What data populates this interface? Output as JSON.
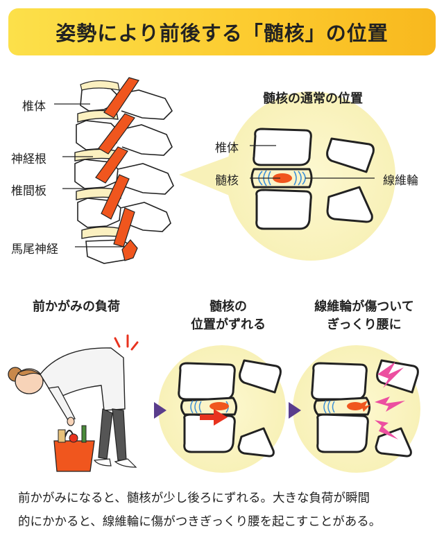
{
  "title": "姿勢により前後する「髄核」の位置",
  "spine": {
    "labels": [
      "椎体",
      "神経根",
      "椎間板",
      "馬尾神経"
    ]
  },
  "normal_view": {
    "heading": "髄核の通常の位置",
    "labels": {
      "vertebra": "椎体",
      "nucleus": "髄核",
      "annulus": "線維輪"
    }
  },
  "steps": [
    {
      "heading_lines": [
        "前かがみの負荷"
      ]
    },
    {
      "heading_lines": [
        "髄核の",
        "位置がずれる"
      ]
    },
    {
      "heading_lines": [
        "線維輪が傷ついて",
        "ぎっくり腰に"
      ]
    }
  ],
  "caption_lines": [
    "前かがみになると、髄核が少し後ろにずれる。大きな負荷が瞬間",
    "的にかかると、線維輪に傷がつきぎっくり腰を起こすことがある。"
  ],
  "colors": {
    "title_bg": "#fcd23a",
    "halo": "#fbf6c8",
    "nerve": "#f0561e",
    "arrow_red": "#e8321e",
    "pain": "#ec4fa0",
    "wave": "#3b8fd8",
    "play": "#5a3d8c"
  },
  "icons": [
    "play-arrow-icon",
    "pain-bolt-icon",
    "alert-lines-icon"
  ]
}
